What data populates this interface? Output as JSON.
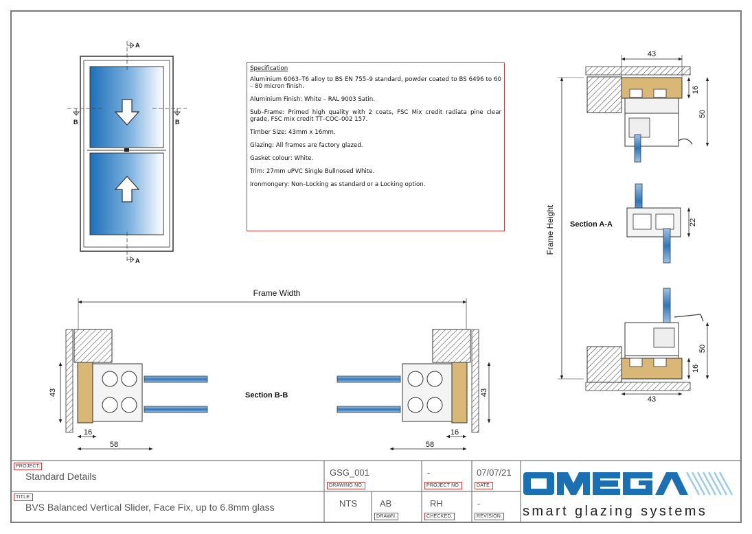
{
  "drawing": {
    "section_ref_a": "A",
    "section_ref_b": "B",
    "section_aa_label": "Section A-A",
    "section_bb_label": "Section B-B",
    "frame_width_label": "Frame Width",
    "frame_height_label": "Frame Height",
    "dims": {
      "top_width": "43",
      "top_16": "16",
      "top_50": "50",
      "mid_22": "22",
      "bot_50": "50",
      "bot_16": "16",
      "bot_width": "43",
      "left_43": "43",
      "left_16": "16",
      "left_58": "58",
      "right_43": "43",
      "right_16": "16",
      "right_58": "58"
    }
  },
  "spec": {
    "title": "Specification",
    "items": [
      "Aluminium 6063–T6 alloy to BS EN 755–9 standard, powder coated to BS 6496 to 60 – 80 micron finish.",
      "Aluminium Finish: White – RAL 9003 Satin.",
      "Sub–Frame: Primed high quality with 2 coats, FSC Mix credit radiata pine clear  grade, FSC mix credit TT–COC–002 157.",
      "Timber Size: 43mm x 16mm.",
      "Glazing: All frames are factory glazed.",
      "Gasket colour: White.",
      "Trim: 27mm uPVC Single Bullnosed White.",
      "Ironmongery: Non–Locking as standard or a Locking option."
    ]
  },
  "title_block": {
    "project_label": "PROJECT:",
    "project_value": "Standard Details",
    "title_label": "TITLE:",
    "title_value": "BVS Balanced Vertical Slider, Face Fix, up to 6.8mm glass",
    "drawing_no_label": "DRAWING NO.",
    "drawing_no_value": "GSG_001",
    "project_no_label": "PROJECT NO.",
    "project_no_value": "-",
    "date_label": "DATE.",
    "date_value": "07/07/21",
    "scale_value": "NTS",
    "drawn_label": "DRAWN.",
    "drawn_value": "AB",
    "checked_label": "CHECKED.",
    "checked_value": "RH",
    "revision_label": "REVISION.",
    "revision_value": "-"
  },
  "logo": {
    "brand": "OMEGA",
    "tagline": "smart glazing systems",
    "color": "#1b6fb3"
  },
  "colors": {
    "border": "#7a7a7a",
    "red_label": "#d23a3a",
    "timber": "#d9b877",
    "glass": "#4f8fc6"
  }
}
